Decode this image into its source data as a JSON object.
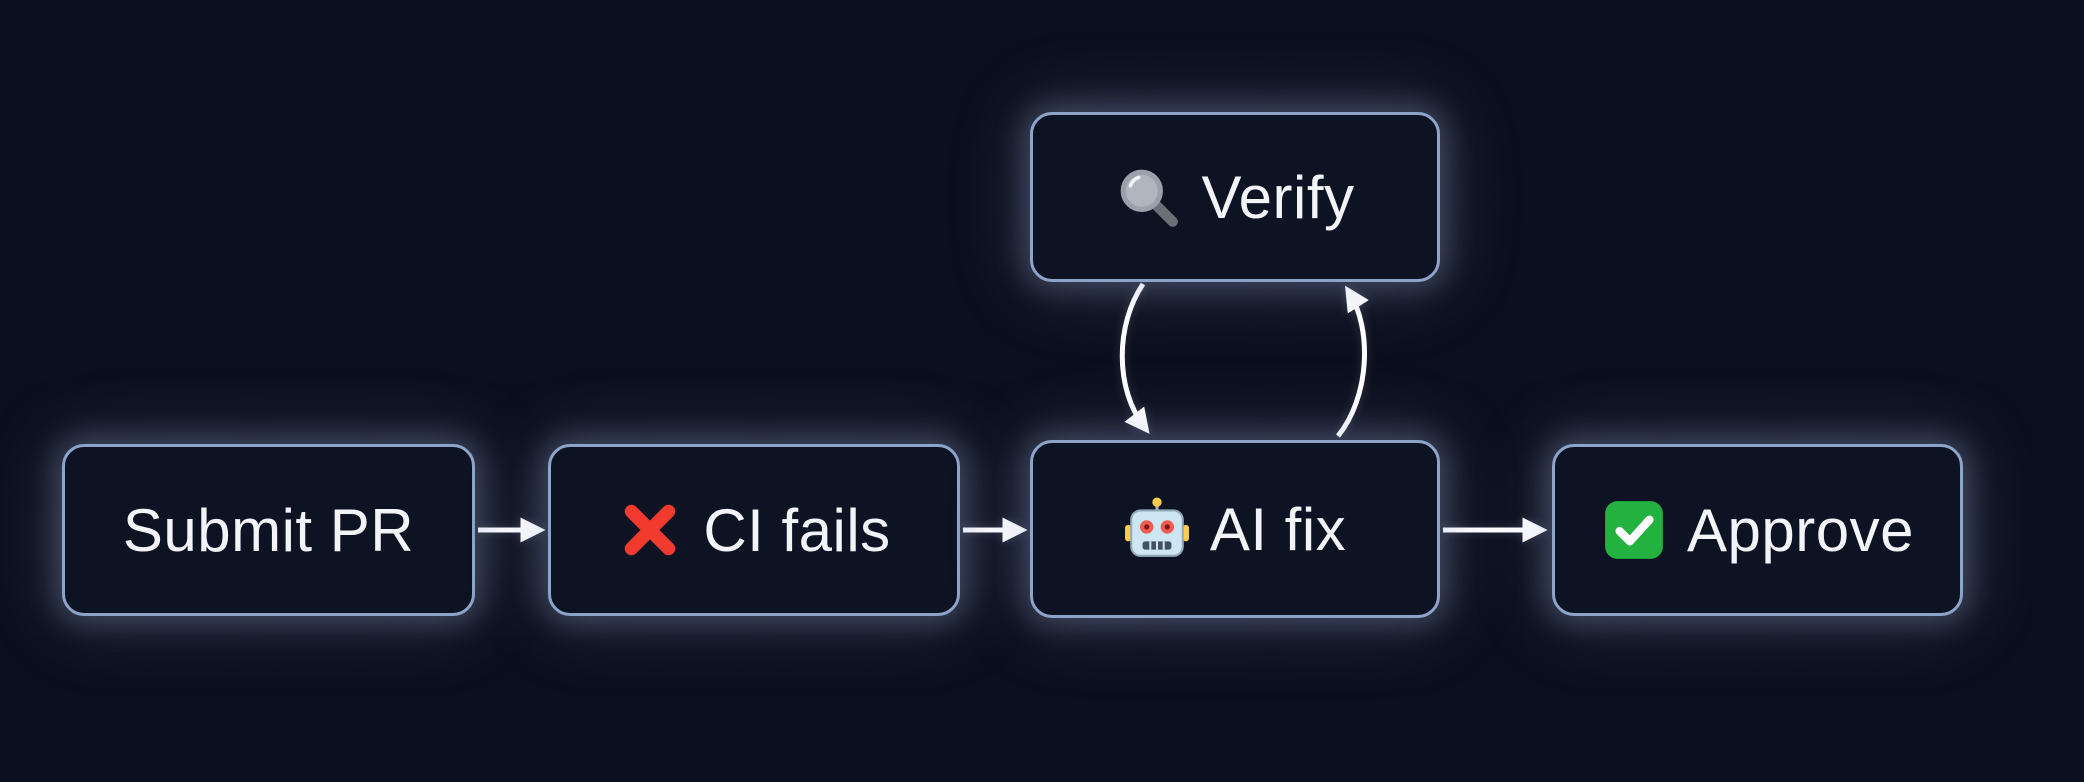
{
  "diagram": {
    "type": "flowchart",
    "direction": "left-to-right",
    "colors": {
      "background": "#0c0f1d",
      "node_fill": "#0e1323",
      "node_border": "#8da3c9",
      "node_glow": "rgba(173,190,226,0.30)",
      "text": "#f2f4f8",
      "arrow": "#ffffff",
      "cross_red": "#f23a2e",
      "check_green": "#23b13f",
      "robot_face_blue": "#cde6f2",
      "antenna_yellow": "#ffcc4d",
      "magnifier_gray": "#9aa1ab"
    },
    "nodes": [
      {
        "id": "submit-pr",
        "label": "Submit PR",
        "icon": null,
        "glyph": null
      },
      {
        "id": "ci-fails",
        "label": "CI fails",
        "icon": "cross-mark-icon",
        "glyph": "❌"
      },
      {
        "id": "ai-fix",
        "label": "AI fix",
        "icon": "robot-icon",
        "glyph": "🤖"
      },
      {
        "id": "approve",
        "label": "Approve",
        "icon": "check-mark-icon",
        "glyph": "✅"
      },
      {
        "id": "verify",
        "label": "Verify",
        "icon": "magnifying-glass-icon",
        "glyph": "🔍"
      }
    ],
    "edges": [
      {
        "from": "submit-pr",
        "to": "ci-fails",
        "style": "straight-arrow"
      },
      {
        "from": "ci-fails",
        "to": "ai-fix",
        "style": "straight-arrow"
      },
      {
        "from": "ai-fix",
        "to": "approve",
        "style": "straight-arrow"
      },
      {
        "from": "verify",
        "to": "ai-fix",
        "style": "curved-arrow"
      },
      {
        "from": "ai-fix",
        "to": "verify",
        "style": "curved-arrow"
      }
    ]
  }
}
